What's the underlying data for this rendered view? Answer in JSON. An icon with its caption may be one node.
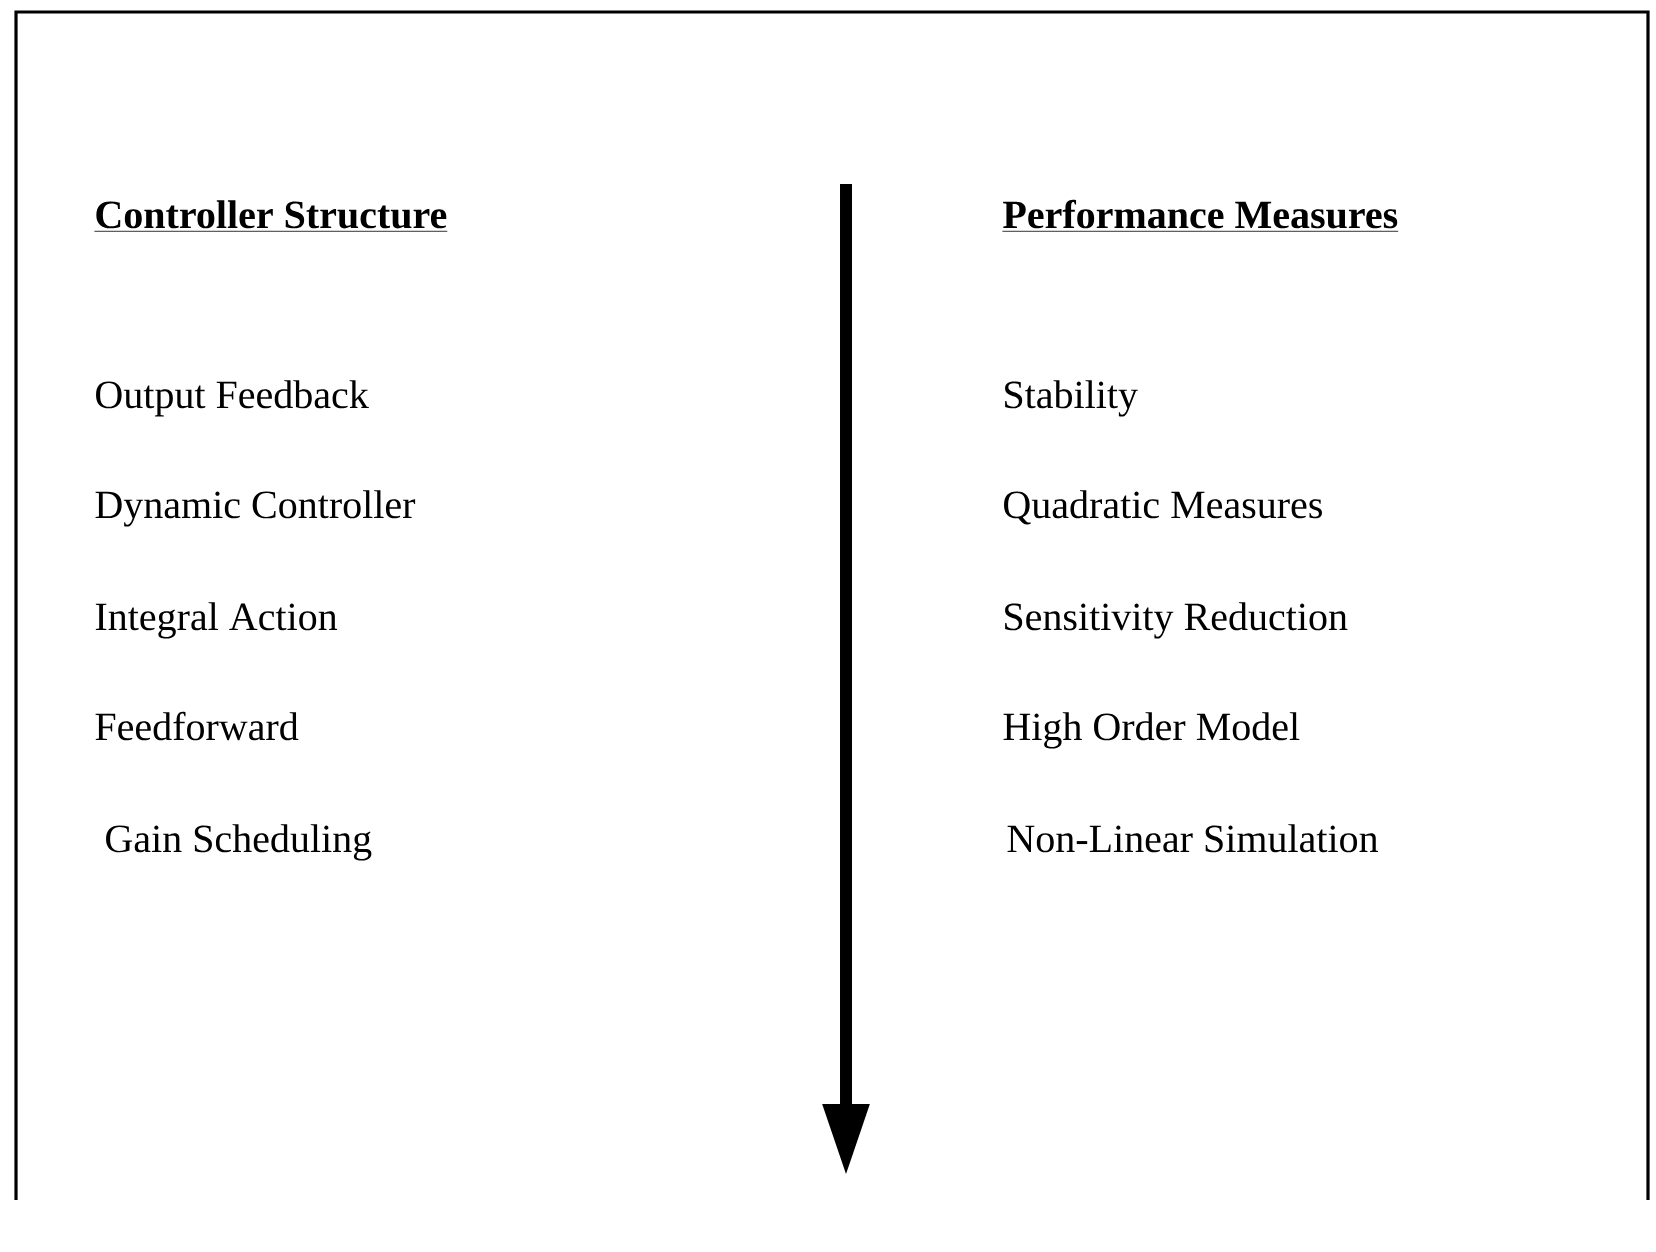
{
  "diagram": {
    "labels": [
      "Controller Structure",
      "Performance Measures",
      "Output Feedback",
      "Stability",
      "Dynamic Controller",
      "Quadratic Measures",
      "Integral Action",
      "Sensitivity Reduction",
      "Feedforward",
      "High Order Model",
      "Gain Scheduling",
      "Non-Linear Simulation"
    ]
  }
}
